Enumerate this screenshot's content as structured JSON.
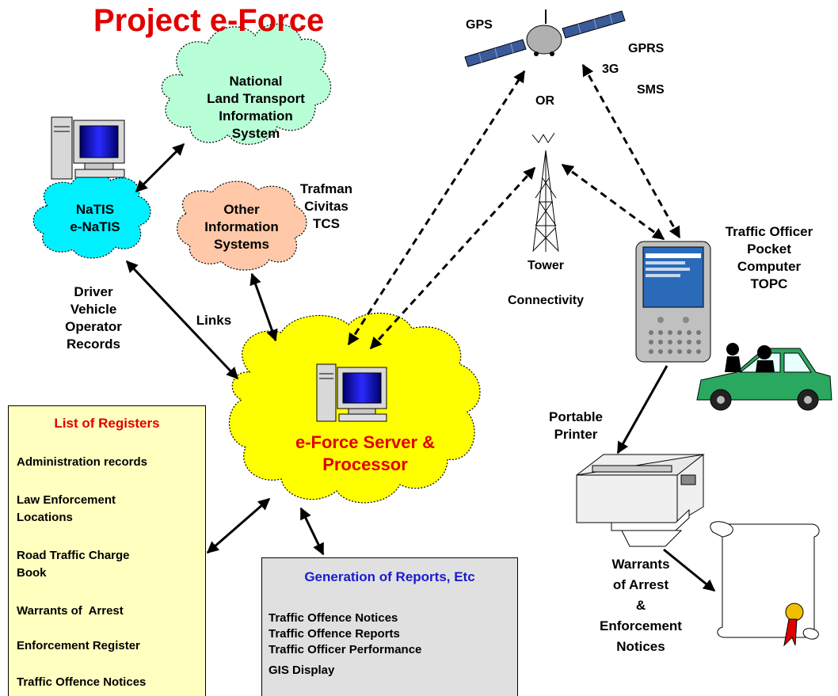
{
  "title": "Project e-Force",
  "natis_cloud": {
    "line1": "National",
    "line2": "Land Transport",
    "line3": "Information",
    "line4": "System"
  },
  "natis_node": {
    "line1": "NaTIS",
    "line2": "e-NaTIS"
  },
  "other_cloud": {
    "line1": "Other",
    "line2": "Information",
    "line3": "Systems"
  },
  "other_systems_list": [
    "Trafman",
    "Civitas",
    "TCS"
  ],
  "records_label": [
    "Driver",
    "Vehicle",
    "Operator",
    "Records"
  ],
  "links_label": "Links",
  "server": {
    "line1": "e-Force Server &",
    "line2": "Processor"
  },
  "satellite": {
    "gps": "GPS",
    "gprs": "GPRS",
    "threeg": "3G",
    "sms": "SMS",
    "or": "OR"
  },
  "tower_label": "Tower",
  "connectivity_label": "Connectivity",
  "topc_label": [
    "Traffic Officer",
    "Pocket",
    "Computer",
    "TOPC"
  ],
  "printer_label": [
    "Portable",
    "Printer"
  ],
  "warrants_label": [
    "Warrants",
    "of Arrest",
    "&",
    "Enforcement",
    "Notices"
  ],
  "registers": {
    "title": "List of Registers",
    "items": [
      "Administration records",
      "Law Enforcement",
      "Locations",
      "Road Traffic Charge",
      "Book",
      "Warrants of  Arrest",
      "Enforcement Register",
      "Traffic Offence Notices"
    ]
  },
  "reports": {
    "title": "Generation of Reports, Etc",
    "items": [
      "Traffic Offence Notices",
      "Traffic Offence Reports",
      "Traffic Officer Performance",
      "GIS Display"
    ]
  },
  "colors": {
    "title": "#e00000",
    "natis_cloud": "#b8ffd8",
    "natis_node": "#00f0ff",
    "other_cloud": "#ffc8a8",
    "server_cloud": "#ffff00",
    "registers_bg": "#ffffc0",
    "reports_bg": "#e0e0e0",
    "reports_title": "#1a1ad0",
    "car": "#2aa860"
  }
}
